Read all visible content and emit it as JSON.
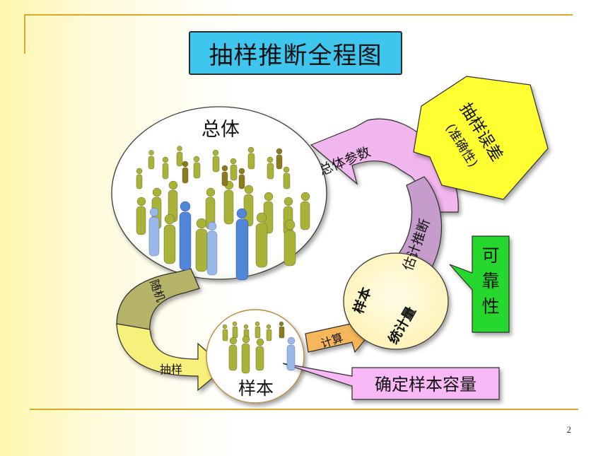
{
  "slide": {
    "title": "抽样推断全程图",
    "page_number": "2"
  },
  "diagram": {
    "population_label": "总体",
    "sample_label": "样本",
    "statistic_label_line1": "样本",
    "statistic_label_line2": "统计量",
    "arrow_random": "随机",
    "arrow_sampling": "抽样",
    "arrow_compute": "计算",
    "arrow_estimate": "估计推断",
    "arrow_parameter": "总体参数",
    "callout_error_line1": "抽样误差",
    "callout_error_line2": "(准确性)",
    "callout_reliability": "可靠性",
    "callout_sample_size": "确定样本容量"
  },
  "colors": {
    "title_bg": "#3fc6ef",
    "accent_line": "#d9aa2a",
    "olive_arrow": "#b5b367",
    "yellow_arrow": "#f7f07a",
    "orange_arrow": "#f6b75a",
    "purple_arrow": "#c59ccc",
    "pink_arrow": "#f2b6ee",
    "callout_yellow": "#ffff33",
    "callout_green": "#27d82f",
    "callout_pink": "#f7b8f5",
    "figure_olive": "#a9b33a",
    "figure_blue": "#4f86d8"
  }
}
